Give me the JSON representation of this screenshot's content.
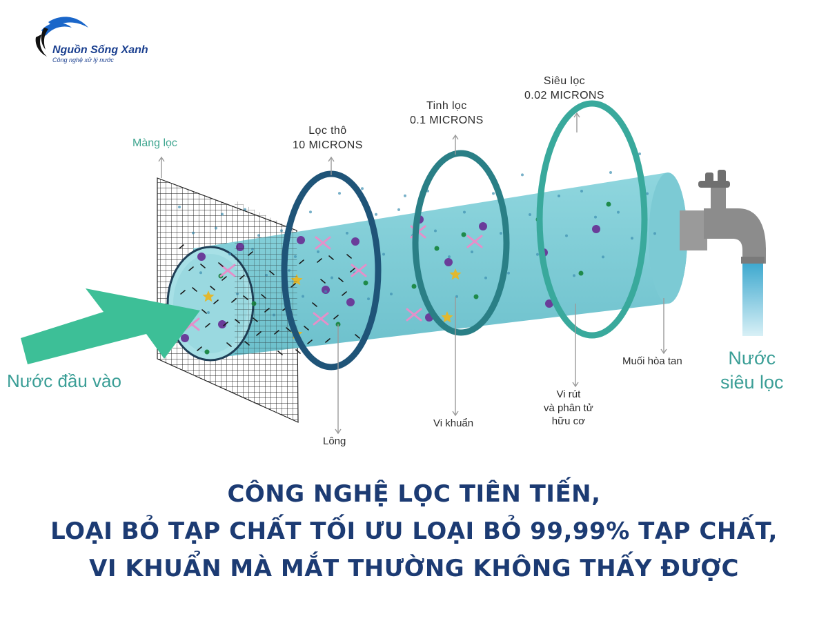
{
  "brand": {
    "name": "Nguồn Sống Xanh",
    "tagline": "Công nghệ xử lý nước",
    "colors": {
      "logo_blue": "#1a3f8f",
      "logo_black": "#111111"
    }
  },
  "diagram": {
    "input_label": "Nước đầu vào",
    "output_label": {
      "line1": "Nước",
      "line2": "siêu lọc"
    },
    "stages": [
      {
        "line1": "Màng lọc",
        "line2": ""
      },
      {
        "line1": "Lọc thô",
        "line2": "10 MICRONS"
      },
      {
        "line1": "Tinh lọc",
        "line2": "0.1 MICRONS"
      },
      {
        "line1": "Siêu lọc",
        "line2": "0.02 MICRONS"
      }
    ],
    "removed": [
      {
        "lines": [
          "Lông"
        ]
      },
      {
        "lines": [
          "Vi khuẩn"
        ]
      },
      {
        "lines": [
          "Vi rút",
          "và phân tử",
          "hữu cơ"
        ]
      },
      {
        "lines": [
          "Muối hòa tan"
        ]
      }
    ],
    "icons": [
      "water-drop-logo-icon",
      "inlet-arrow-icon",
      "mesh-screen-icon",
      "filter-ring-icon",
      "water-tap-icon"
    ],
    "colors": {
      "tube": "#86cfd8",
      "tube_dark": "#5fb6c4",
      "ring_coarse": "#1f5478",
      "ring_fine": "#2a7f86",
      "ring_ultra": "#39a99c",
      "arrow": "#3dbf97",
      "tap": "#8c8c8c",
      "water": "#4fb7d6"
    }
  },
  "headline": {
    "line1": "CÔNG NGHỆ LỌC TIÊN TIẾN,",
    "line2": "LOẠI BỎ TẠP CHẤT TỐI ƯU LOẠI BỎ 99,99% TẠP CHẤT,",
    "line3": "VI KHUẨN MÀ MẮT THƯỜNG KHÔNG THẤY ĐƯỢC"
  }
}
